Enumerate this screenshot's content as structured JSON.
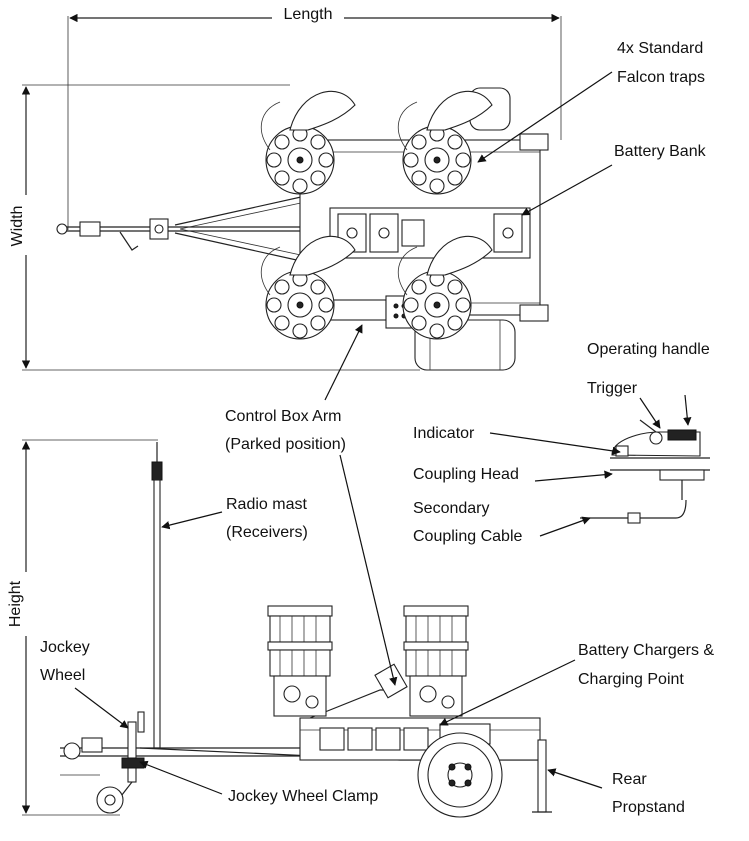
{
  "dimensions": {
    "length": "Length",
    "width": "Width",
    "height": "Height"
  },
  "labels": {
    "traps_line1": "4x Standard",
    "traps_line2": "Falcon traps",
    "battery_bank": "Battery Bank",
    "operating_handle": "Operating handle",
    "trigger": "Trigger",
    "control_box_line1": "Control Box Arm",
    "control_box_line2": "(Parked position)",
    "indicator": "Indicator",
    "coupling_head": "Coupling Head",
    "secondary_line1": "Secondary",
    "secondary_line2": "Coupling Cable",
    "radio_line1": "Radio mast",
    "radio_line2": "(Receivers)",
    "jockey_line1": "Jockey",
    "jockey_line2": "Wheel",
    "chargers_line1": "Battery Chargers &",
    "chargers_line2": "Charging Point",
    "jockey_clamp": "Jockey Wheel  Clamp",
    "rear_line1": "Rear",
    "rear_line2": "Propstand"
  }
}
